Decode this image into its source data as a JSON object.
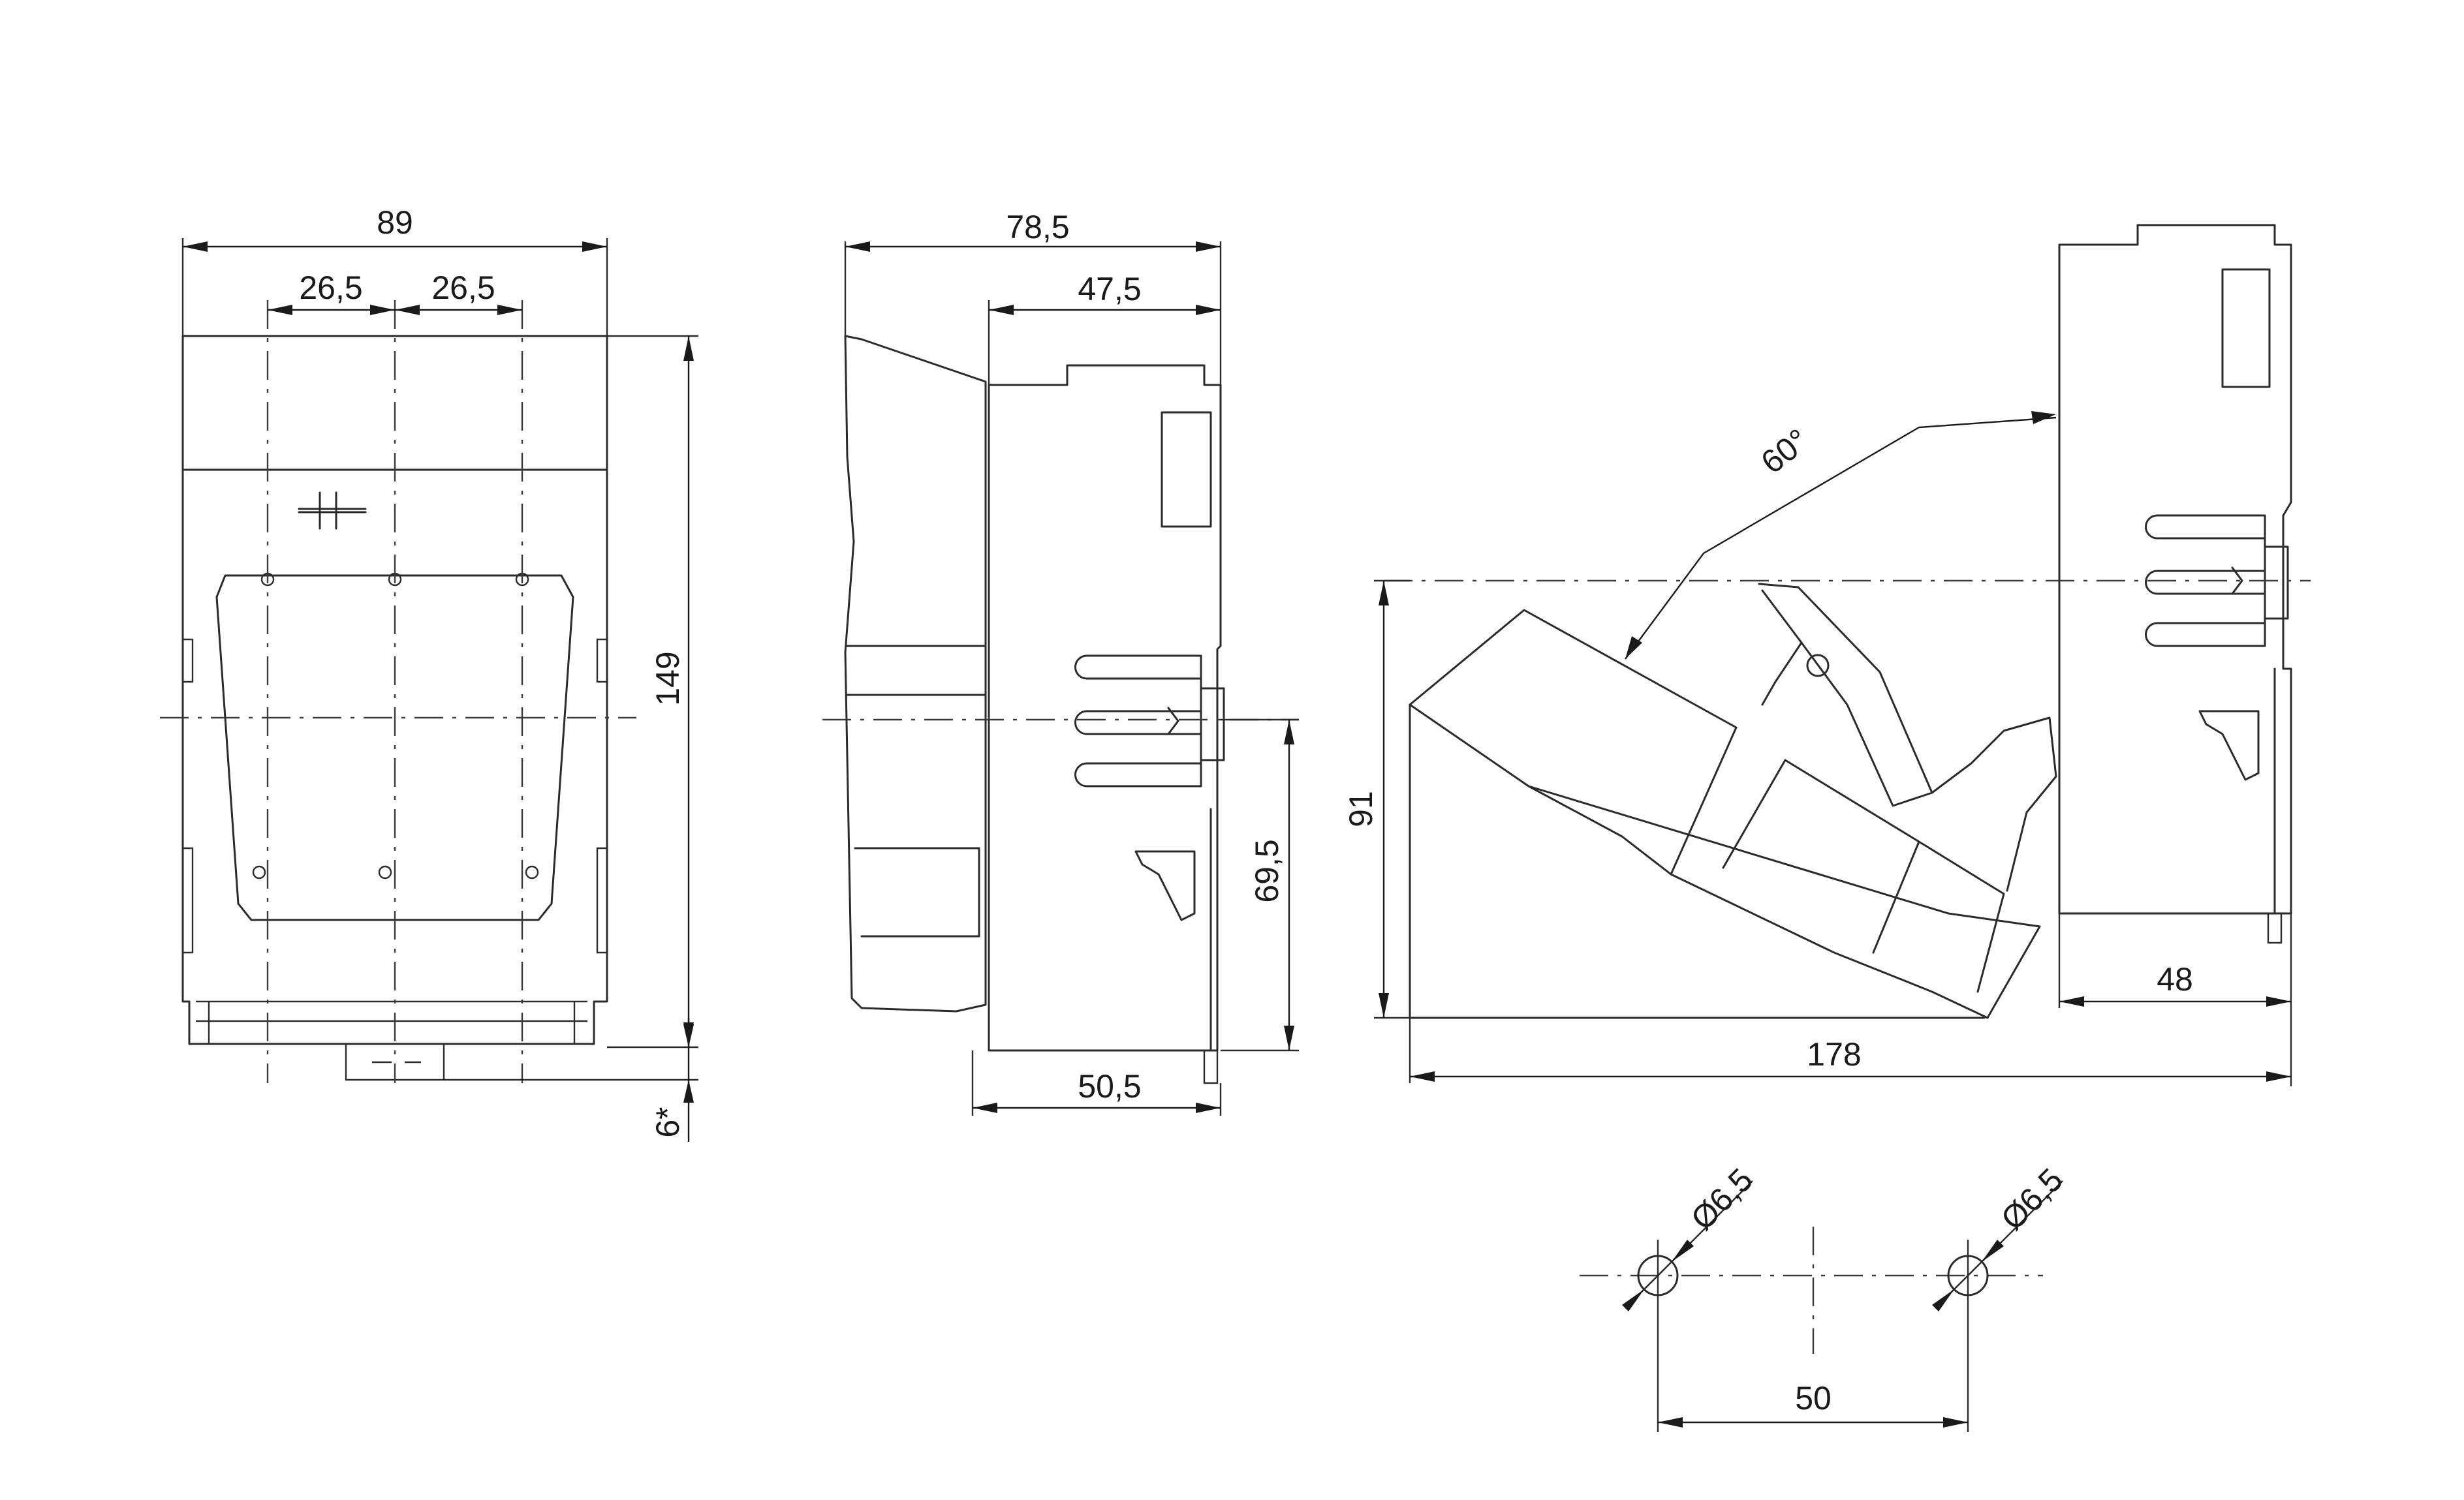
{
  "dimensions": {
    "front_width": "89",
    "front_pitch_left": "26,5",
    "front_pitch_right": "26,5",
    "front_height": "149",
    "front_clip": "6*",
    "side_depth": "78,5",
    "side_upper": "47,5",
    "side_lower": "50,5",
    "side_axis_height": "69,5",
    "open_height": "91",
    "open_angle": "60°",
    "open_base": "48",
    "open_length": "178",
    "hole_left_diameter": "Ø6,5",
    "hole_right_diameter": "Ø6,5",
    "hole_spacing": "50"
  }
}
